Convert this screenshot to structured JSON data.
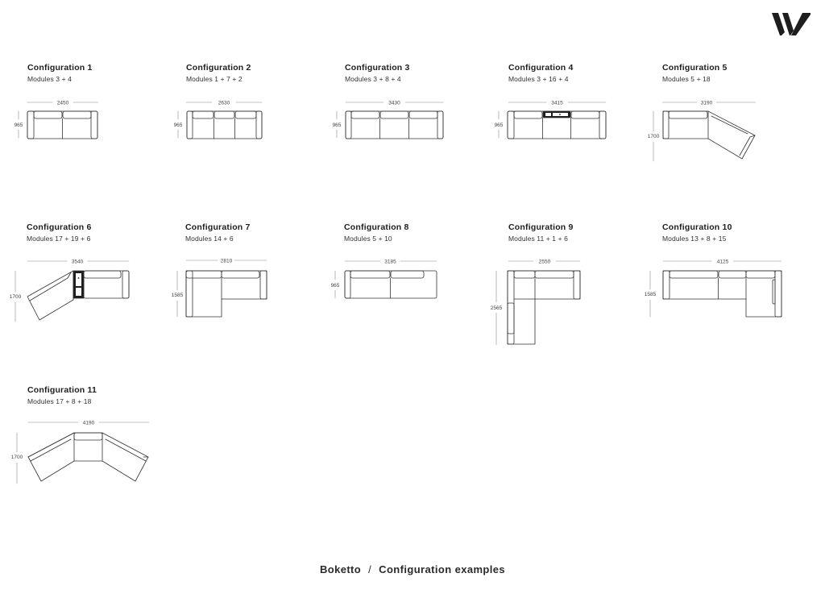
{
  "brand": {
    "logo_icon": "w-monogram-logo"
  },
  "configurations": [
    {
      "title": "Configuration 1",
      "modules": "Modules 3 + 4",
      "width_dim": "2450",
      "depth_dim": "965"
    },
    {
      "title": "Configuration 2",
      "modules": "Modules 1 + 7 + 2",
      "width_dim": "2630",
      "depth_dim": "965"
    },
    {
      "title": "Configuration 3",
      "modules": "Modules 3 + 8 + 4",
      "width_dim": "3430",
      "depth_dim": "965"
    },
    {
      "title": "Configuration 4",
      "modules": "Modules 3 + 16 + 4",
      "width_dim": "3415",
      "depth_dim": "965"
    },
    {
      "title": "Configuration 5",
      "modules": "Modules 5 + 18",
      "width_dim": "3190",
      "depth_dim": "1700"
    },
    {
      "title": "Configuration 6",
      "modules": "Modules 17 + 19 + 6",
      "width_dim": "3540",
      "depth_dim": "1700"
    },
    {
      "title": "Configuration 7",
      "modules": "Modules 14 + 6",
      "width_dim": "2810",
      "depth_dim": "1585"
    },
    {
      "title": "Configuration 8",
      "modules": "Modules 5 + 10",
      "width_dim": "3185",
      "depth_dim": "965"
    },
    {
      "title": "Configuration 9",
      "modules": "Modules 11 + 1 + 6",
      "width_dim": "2550",
      "depth_dim": "2565"
    },
    {
      "title": "Configuration 10",
      "modules": "Modules 13 + 8 + 15",
      "width_dim": "4125",
      "depth_dim": "1585"
    },
    {
      "title": "Configuration 11",
      "modules": "Modules 17 + 8 + 18",
      "width_dim": "4190",
      "depth_dim": "1700"
    }
  ],
  "footer": {
    "product": "Boketto",
    "separator": "/",
    "section": "Configuration examples"
  }
}
